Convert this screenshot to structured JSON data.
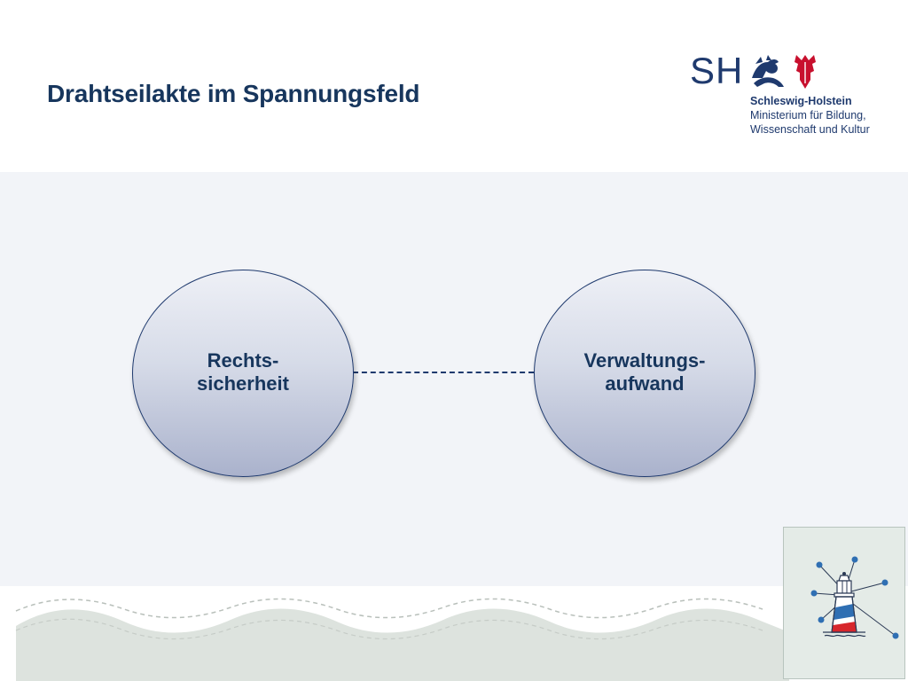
{
  "slide": {
    "title": "Drahtseilakte im Spannungsfeld"
  },
  "logo": {
    "abbr": "SH",
    "line1": "Schleswig-Holstein",
    "line2": "Ministerium für Bildung,",
    "line3": "Wissenschaft und Kultur"
  },
  "diagram": {
    "left_line1": "Rechts-",
    "left_line2": "sicherheit",
    "right_line1": "Verwaltungs-",
    "right_line2": "aufwand"
  },
  "colors": {
    "title": "#17365d",
    "logo_blue": "#1f3a6e",
    "logo_red": "#c8102e",
    "panel": "#f2f4f8",
    "wave": "#dde3de",
    "lighthouse_red": "#d7262c",
    "lighthouse_blue": "#2f6fb3"
  },
  "icons": {
    "emblem": "coat-of-arms-icon",
    "lighthouse": "lighthouse-icon"
  }
}
